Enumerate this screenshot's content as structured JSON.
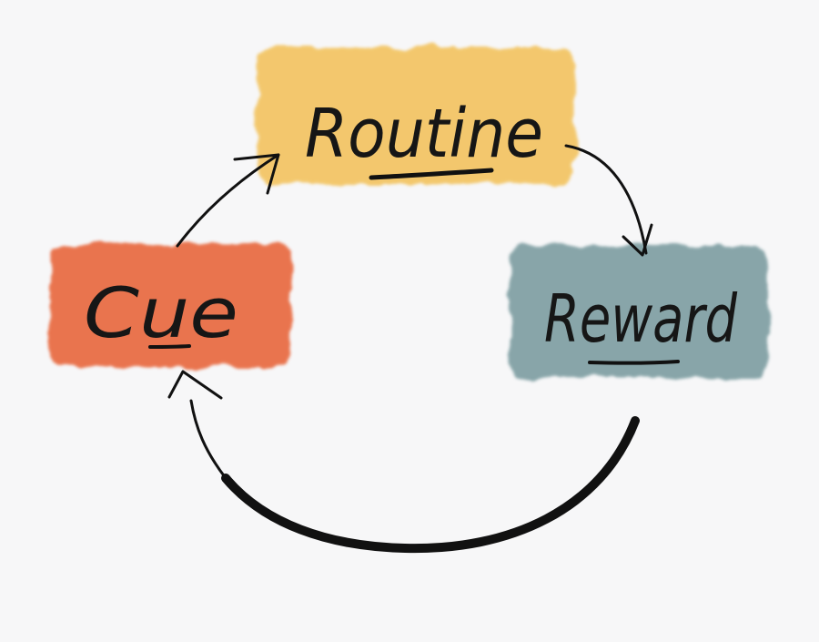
{
  "nodes": {
    "routine": {
      "label": "Routine",
      "color": "#f3c462"
    },
    "cue": {
      "label": "Cue",
      "color": "#e8693f"
    },
    "reward": {
      "label": "Reward",
      "color": "#7f9fa3"
    }
  },
  "colors": {
    "background": "#f7f7f8",
    "ink": "#111111"
  }
}
